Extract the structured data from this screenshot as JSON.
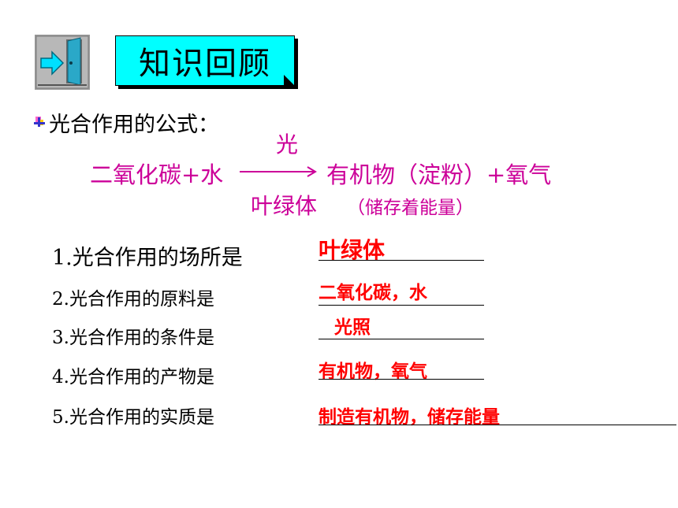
{
  "title": "知识回顾",
  "formula": {
    "heading": "光合作用的公式：",
    "condition_top": "光",
    "reactants": "二氧化碳+水",
    "products": "有机物（淀粉）+氧气",
    "condition_bottom": "叶绿体",
    "energy_note": "（储存着能量）"
  },
  "questions": [
    {
      "label": "1.光合作用的场所是",
      "answer": "叶绿体"
    },
    {
      "label": "2.光合作用的原料是",
      "answer": "二氧化碳，水"
    },
    {
      "label": "3.光合作用的条件是",
      "answer": "光照"
    },
    {
      "label": "4.光合作用的产物是",
      "answer": "有机物，氧气"
    },
    {
      "label": "5.光合作用的实质是",
      "answer": "制造有机物，储存能量"
    }
  ],
  "colors": {
    "title_bg": "#00ffff",
    "formula_text": "#cc0099",
    "answer_text": "#ff0000"
  },
  "icons": {
    "exit": "exit-door-icon",
    "bullet": "bullet-icon"
  }
}
